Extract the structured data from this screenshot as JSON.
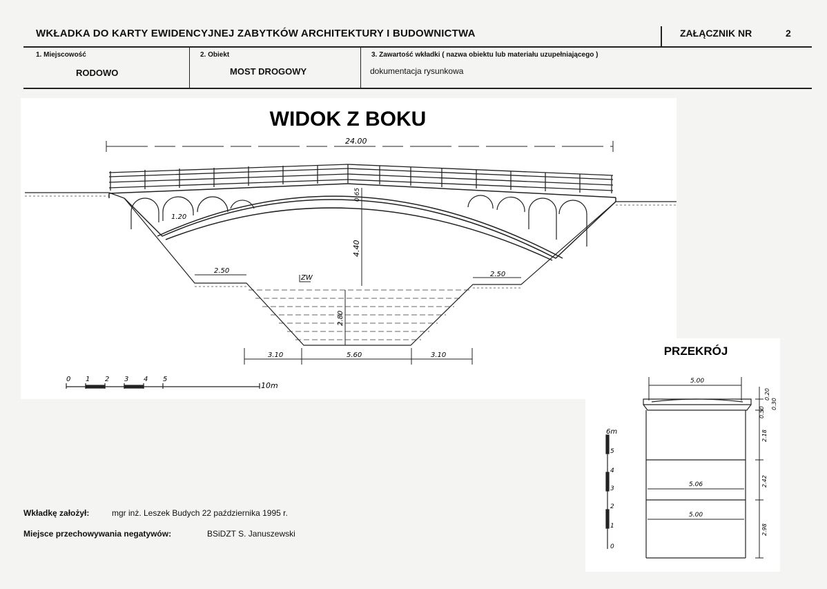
{
  "header": {
    "title": "WKŁADKA DO KARTY EWIDENCYJNEJ ZABYTKÓW ARCHITEKTURY I BUDOWNICTWA",
    "annex_label": "ZAŁĄCZNIK NR",
    "annex_number": "2"
  },
  "fields": {
    "locality_label": "1. Miejscowość",
    "locality_value": "RODOWO",
    "object_label": "2. Obiekt",
    "object_value": "MOST DROGOWY",
    "content_label": "3. Zawartość wkładki ( nazwa obiektu lub materiału uzupełniającego )",
    "content_value": "dokumentacja rysunkowa"
  },
  "side_view": {
    "title": "WIDOK Z BOKU",
    "dims": {
      "total_length": "24.00",
      "niche_width": "1.20",
      "deck_thickness": "0.65",
      "clearance_height": "4.40",
      "left_bank": "2.50",
      "right_bank": "2.50",
      "water_level": "ZW",
      "water_depth": "2.80",
      "bottom_left": "3.10",
      "bottom_mid": "5.60",
      "bottom_right": "3.10"
    },
    "scale": {
      "ticks": [
        "0",
        "1",
        "2",
        "3",
        "4",
        "5"
      ],
      "end_label": "10m"
    }
  },
  "cross_section": {
    "title": "PRZEKRÓJ",
    "dims": {
      "top_width": "5.00",
      "mid_width": "5.06",
      "lower_width": "5.00",
      "h1": "0.20",
      "h2": "0.30",
      "h3": "0.50",
      "h4": "2.18",
      "h5": "2.42",
      "h6": "2.98"
    },
    "scale": {
      "unit": "6m",
      "ticks": [
        "5",
        "4",
        "3",
        "2",
        "1",
        "0"
      ]
    }
  },
  "footer": {
    "founder_label": "Wkładkę założył:",
    "founder_value": "mgr inż. Leszek Budych 22 października 1995 r.",
    "storage_label": "Miejsce przechowywania negatywów:",
    "storage_value": "BSiDZT  S. Januszewski"
  }
}
